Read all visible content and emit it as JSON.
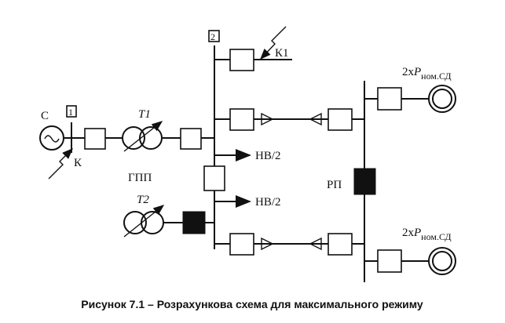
{
  "labels": {
    "source": "С",
    "node1": "1",
    "node2": "2",
    "fault_k": "К",
    "fault_k1": "К1",
    "t1": "T1",
    "t2": "T2",
    "gpp": "ГПП",
    "rp": "РП",
    "load_upper": "НВ/2",
    "load_lower": "НВ/2",
    "motor_prefix": "2х",
    "motor_p": "P",
    "motor_sub": "ном.СД"
  },
  "caption": "Рисунок 7.1 – Розрахункова схема для максимального режиму"
}
